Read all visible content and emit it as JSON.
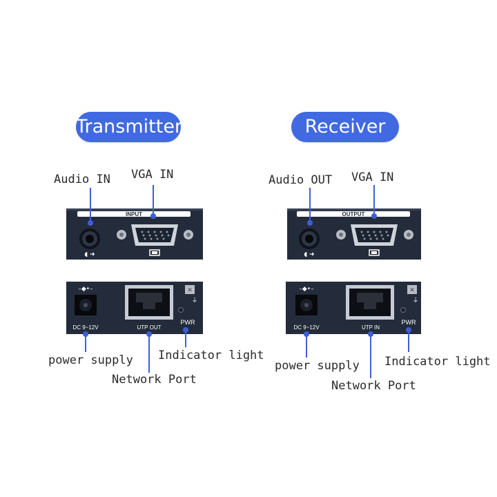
{
  "colors": {
    "accent": "#4169e1",
    "panel": "#242c3b",
    "panel_text": "#ffffff",
    "connector": "#3d5fd6"
  },
  "transmitter": {
    "title": "Transmitter",
    "audio_label": "Audio IN",
    "vga_label": "VGA IN",
    "panel_caption": "INPUT",
    "dc_text": "DC 9~12V",
    "utp_text": "UTP OUT",
    "pwr_text": "PWR",
    "power_label": "power supply",
    "network_label": "Network Port",
    "indicator_label": "Indicator light"
  },
  "receiver": {
    "title": "Receiver",
    "audio_label": "Audio OUT",
    "vga_label": "VGA IN",
    "panel_caption": "OUTPUT",
    "dc_text": "DC 9~12V",
    "utp_text": "UTP IN",
    "pwr_text": "PWR",
    "power_label": "power supply",
    "network_label": "Network Port",
    "indicator_label": "Indicator light"
  }
}
